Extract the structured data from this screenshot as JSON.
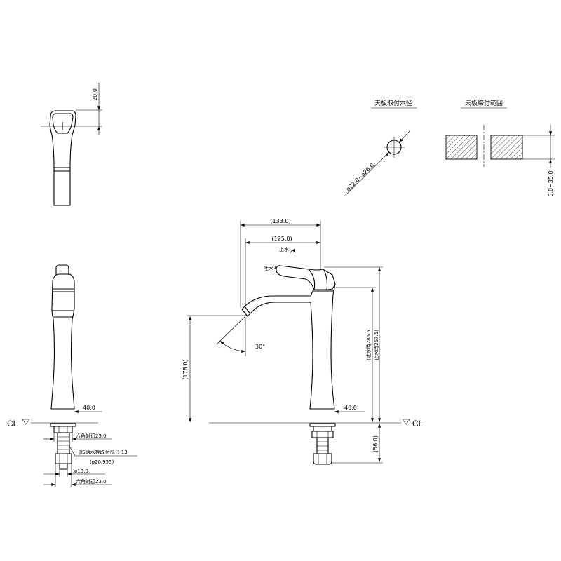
{
  "drawing": {
    "top_view": {
      "dim_height": "20.0"
    },
    "mounting_hole": {
      "title": "天板取付穴径",
      "dim_diameter": "ø22.0~ø28.0"
    },
    "clamp_range": {
      "title": "天板締付範囲",
      "dim_thickness": "5.0~35.0"
    },
    "side_view": {
      "dim_base_diameter": "40.0",
      "centerline_label": "CL",
      "hex_nut_upper": "六角対辺25.0",
      "thread_spec": "JIS給水栓取付ねじ 13",
      "thread_diameter": "(ø20.955)",
      "pipe_diameter": "ø13.0",
      "hex_nut_lower": "六角対辺23.0"
    },
    "front_view": {
      "dim_overall_reach": "(133.0)",
      "dim_spout_reach": "(125.0)",
      "lever_stop_label": "止水",
      "lever_discharge_label": "吐水",
      "spout_angle": "30°",
      "dim_spout_height": "(178.0)",
      "dim_height_discharge": "(吐水時285.5",
      "dim_height_stop": "止水時257.5)",
      "dim_base_diameter": "40.0",
      "centerline_label": "CL",
      "dim_below_counter": "(56.0)"
    }
  },
  "colors": {
    "line": "#000000",
    "background": "#ffffff"
  }
}
